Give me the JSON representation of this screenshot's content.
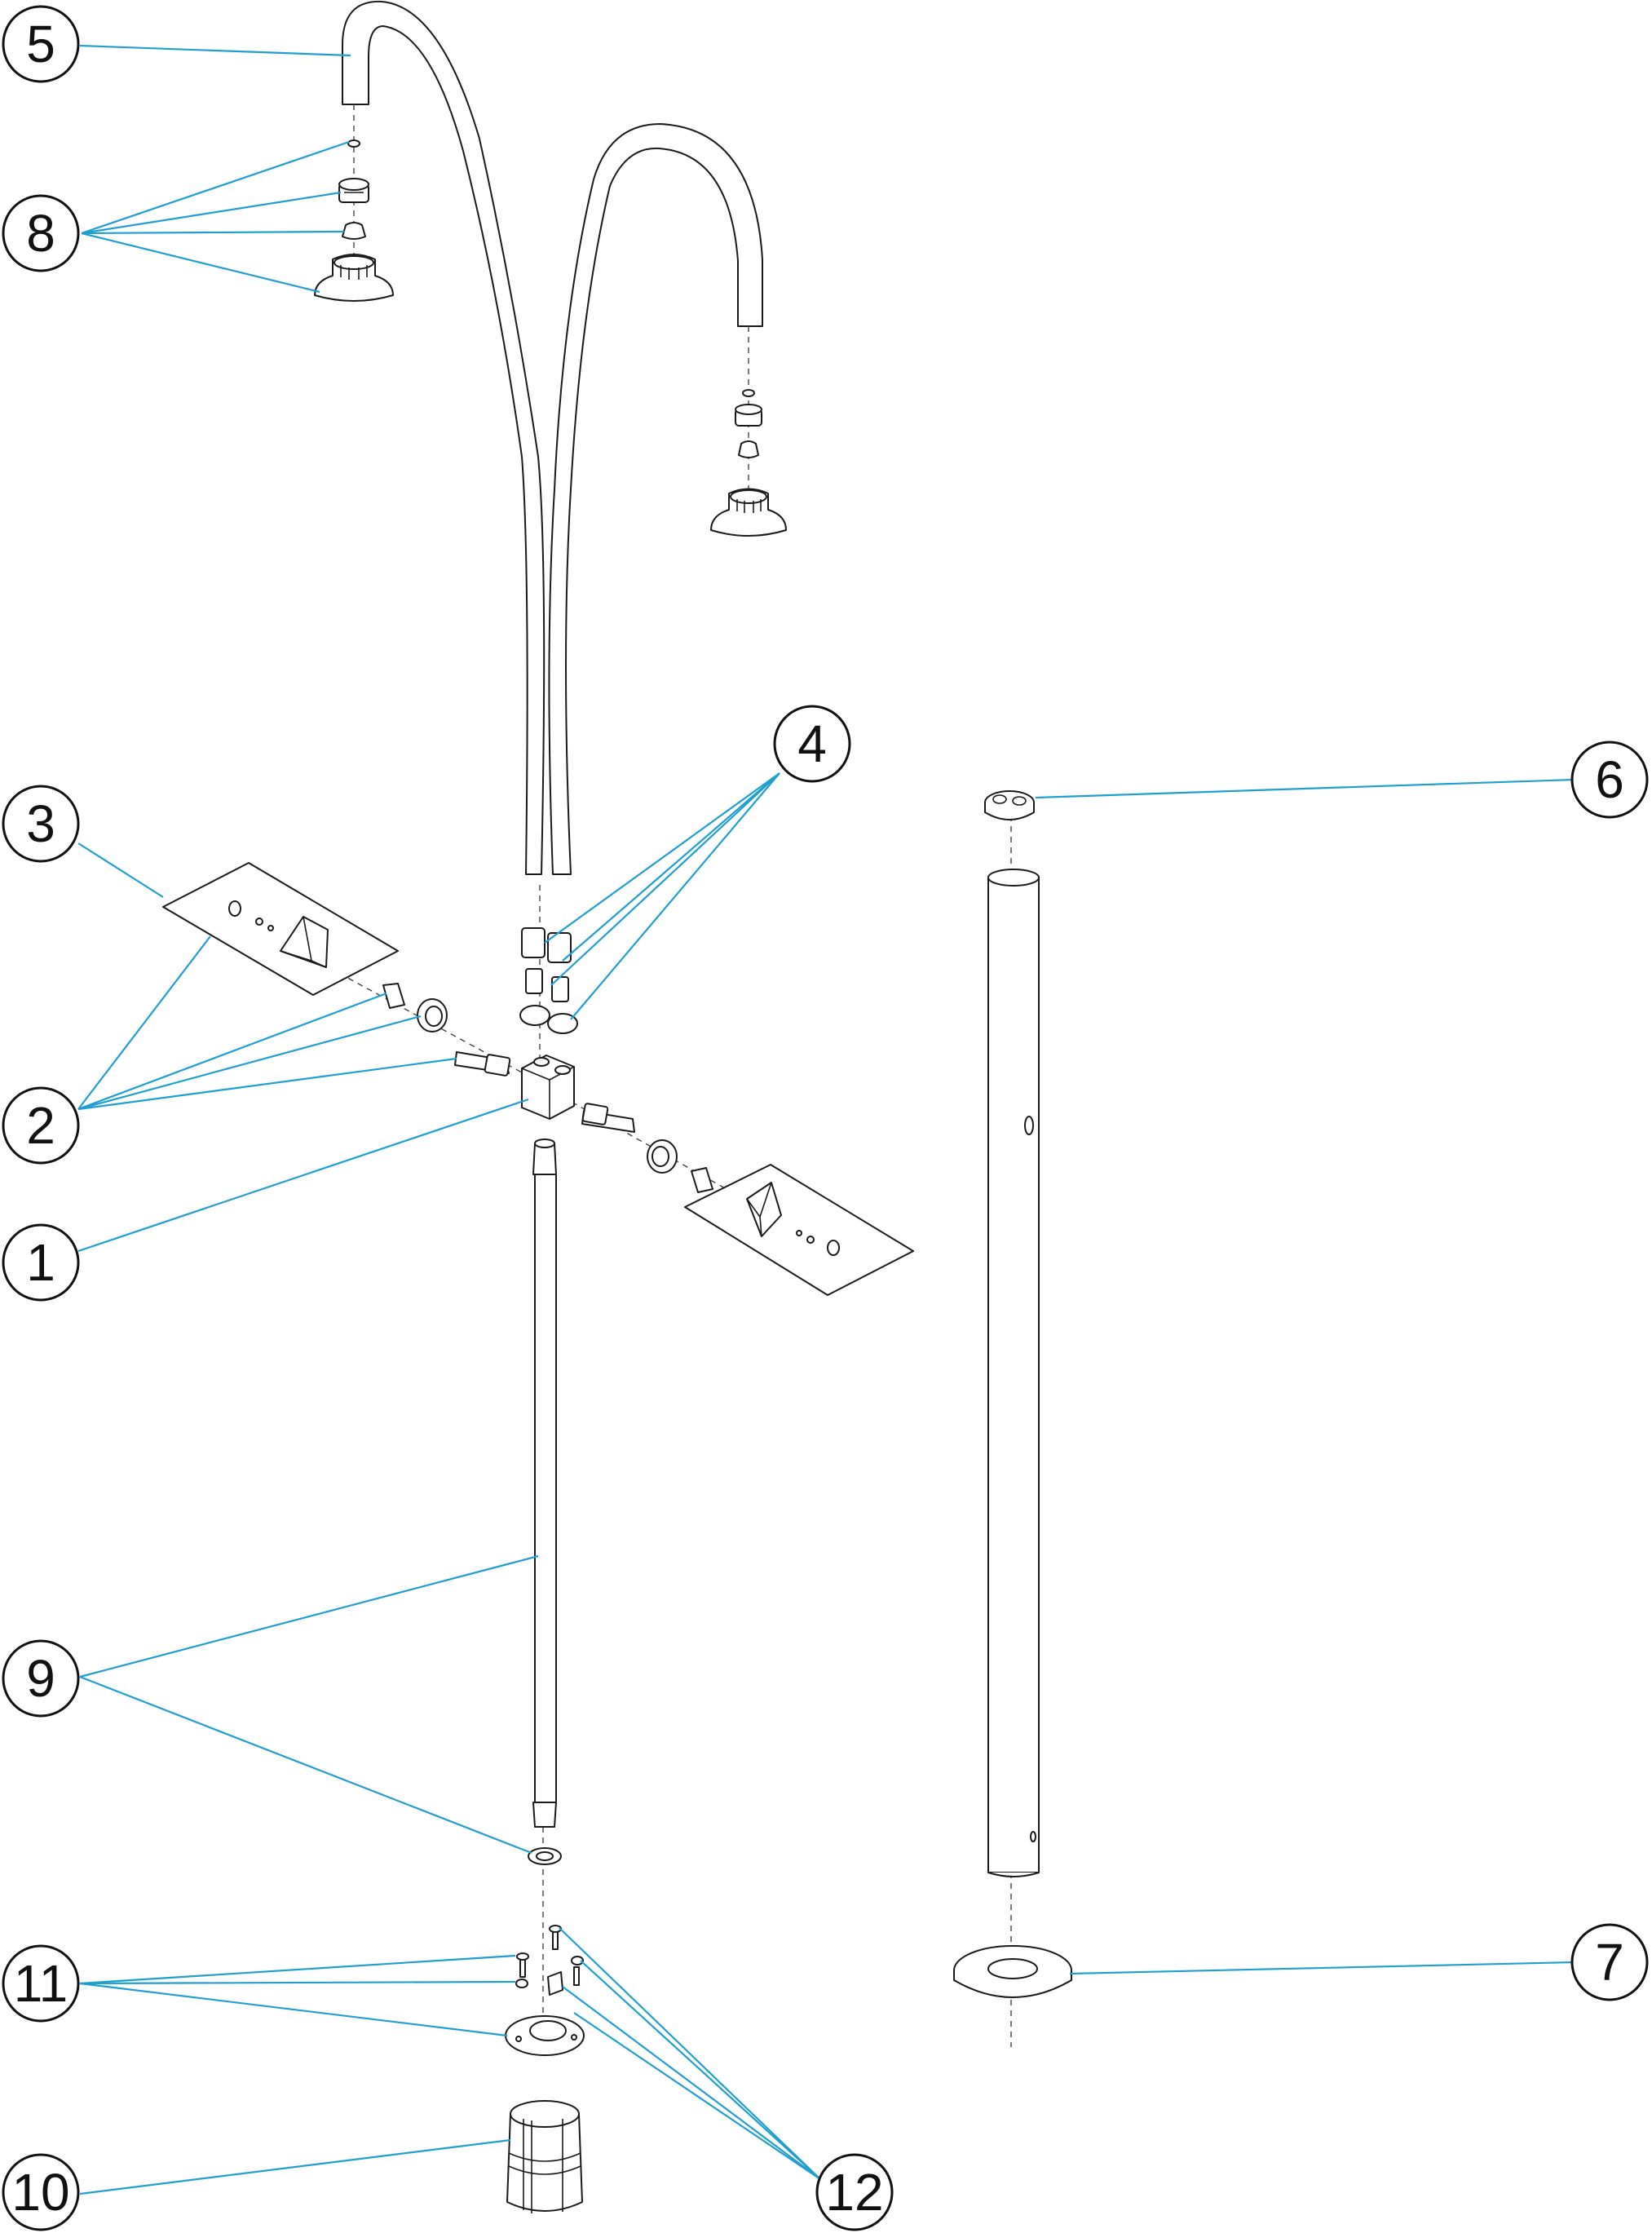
{
  "diagram": {
    "leader_color": "#1f9fd0",
    "line_color": "#1a1a1a",
    "background": "#ffffff"
  },
  "callouts": [
    {
      "id": "5",
      "label": "5"
    },
    {
      "id": "8",
      "label": "8"
    },
    {
      "id": "4",
      "label": "4"
    },
    {
      "id": "3",
      "label": "3"
    },
    {
      "id": "2",
      "label": "2"
    },
    {
      "id": "1",
      "label": "1"
    },
    {
      "id": "6",
      "label": "6"
    },
    {
      "id": "9",
      "label": "9"
    },
    {
      "id": "11",
      "label": "11"
    },
    {
      "id": "7",
      "label": "7"
    },
    {
      "id": "10",
      "label": "10"
    },
    {
      "id": "12",
      "label": "12"
    }
  ]
}
